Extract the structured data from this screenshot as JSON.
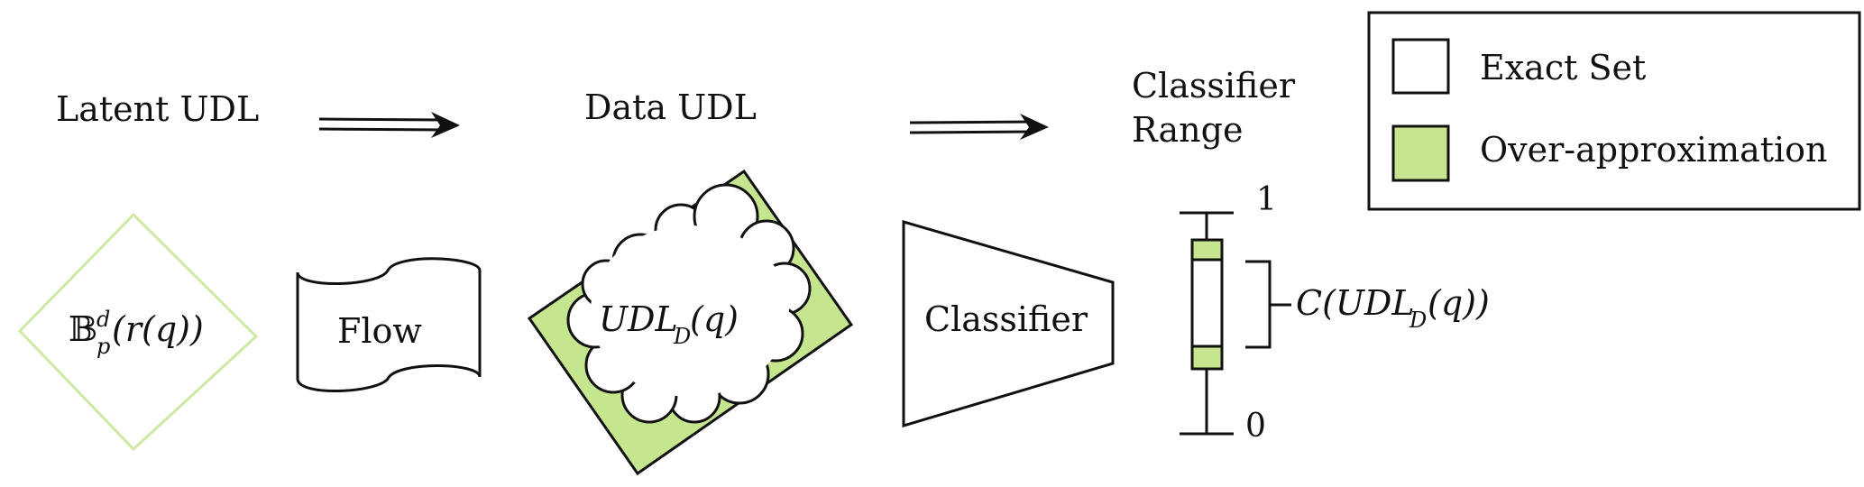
{
  "labels": {
    "latent_udl": "Latent UDL",
    "data_udl": "Data UDL",
    "classifier_range_line1": "Classifier",
    "classifier_range_line2": "Range"
  },
  "shapes": {
    "latent_ball": {
      "symbol": "𝔹",
      "sup": "d",
      "sub": "p",
      "args": "(r(q))"
    },
    "flow": "Flow",
    "data_udl_main": "UDL",
    "data_udl_sub": "D",
    "data_udl_args": "(q)",
    "classifier": "Classifier"
  },
  "range": {
    "top_tick": "1",
    "bottom_tick": "0",
    "output_main": "C(UDL",
    "output_sub": "D",
    "output_tail": "(q))"
  },
  "legend": {
    "exact_set": "Exact Set",
    "over_approximation": "Over-approximation"
  },
  "colors": {
    "over_approx_fill": "#c5e68f",
    "diamond_stroke": "#cde9a5",
    "stroke": "#111111"
  }
}
